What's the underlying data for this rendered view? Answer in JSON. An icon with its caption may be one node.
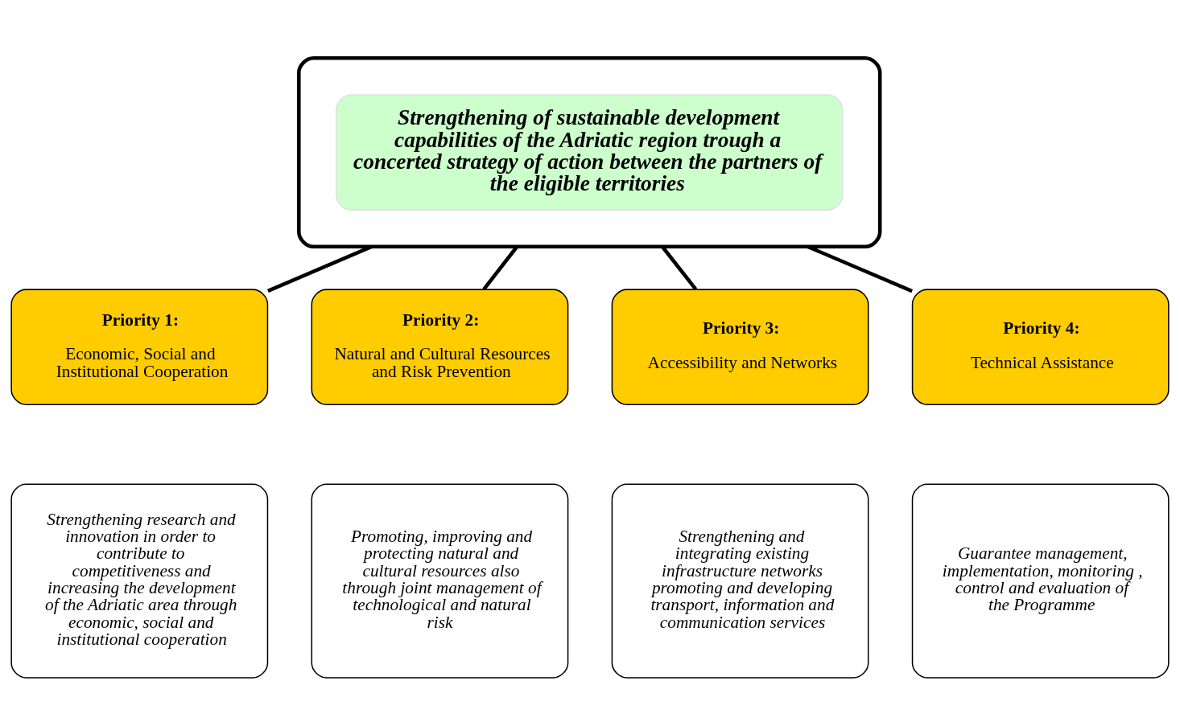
{
  "diagram": {
    "nodes": [
      {
        "text": [],
        "shape": "box"
      },
      {
        "text": [
          "Strengthening of sustainable development capabilities of the Adriatic region trough a concerted strategy of action between the partners of the eligible territories"
        ],
        "in": 0
      },
      {
        "text": [
          "Priority 1:",
          "Economic, Social and Institutional Cooperation"
        ]
      },
      {
        "text": [
          "Priority 2:",
          "Natural and Cultural Resources and Risk Prevention"
        ]
      },
      {
        "text": [
          "Priority 3:",
          "Accessibility and Networks"
        ]
      },
      {
        "text": [
          "Priority 4:",
          "Technical Assistance"
        ]
      },
      {
        "text": [
          "Strengthening research and innovation in order to contribute to competitiveness and increasing the development of the Adriatic area through economic, social and institutional cooperation"
        ]
      },
      {
        "text": [
          "Promoting, improving and protecting natural and cultural resources also through joint management of technological and natural risk"
        ]
      },
      {
        "text": [
          "Strengthening and integrating existing infrastructure networks promoting and developing transport, information and communication services"
        ]
      },
      {
        "text": [
          "Guarantee management, implementation, monitoring , control and evaluation of the Programme"
        ]
      }
    ],
    "edges": [
      {
        "from": 0,
        "to": 2,
        "arrow": "none"
      },
      {
        "from": 0,
        "to": 3,
        "arrow": "none"
      },
      {
        "from": 0,
        "to": 4,
        "arrow": "none"
      },
      {
        "from": 0,
        "to": 5,
        "arrow": "none"
      }
    ]
  }
}
